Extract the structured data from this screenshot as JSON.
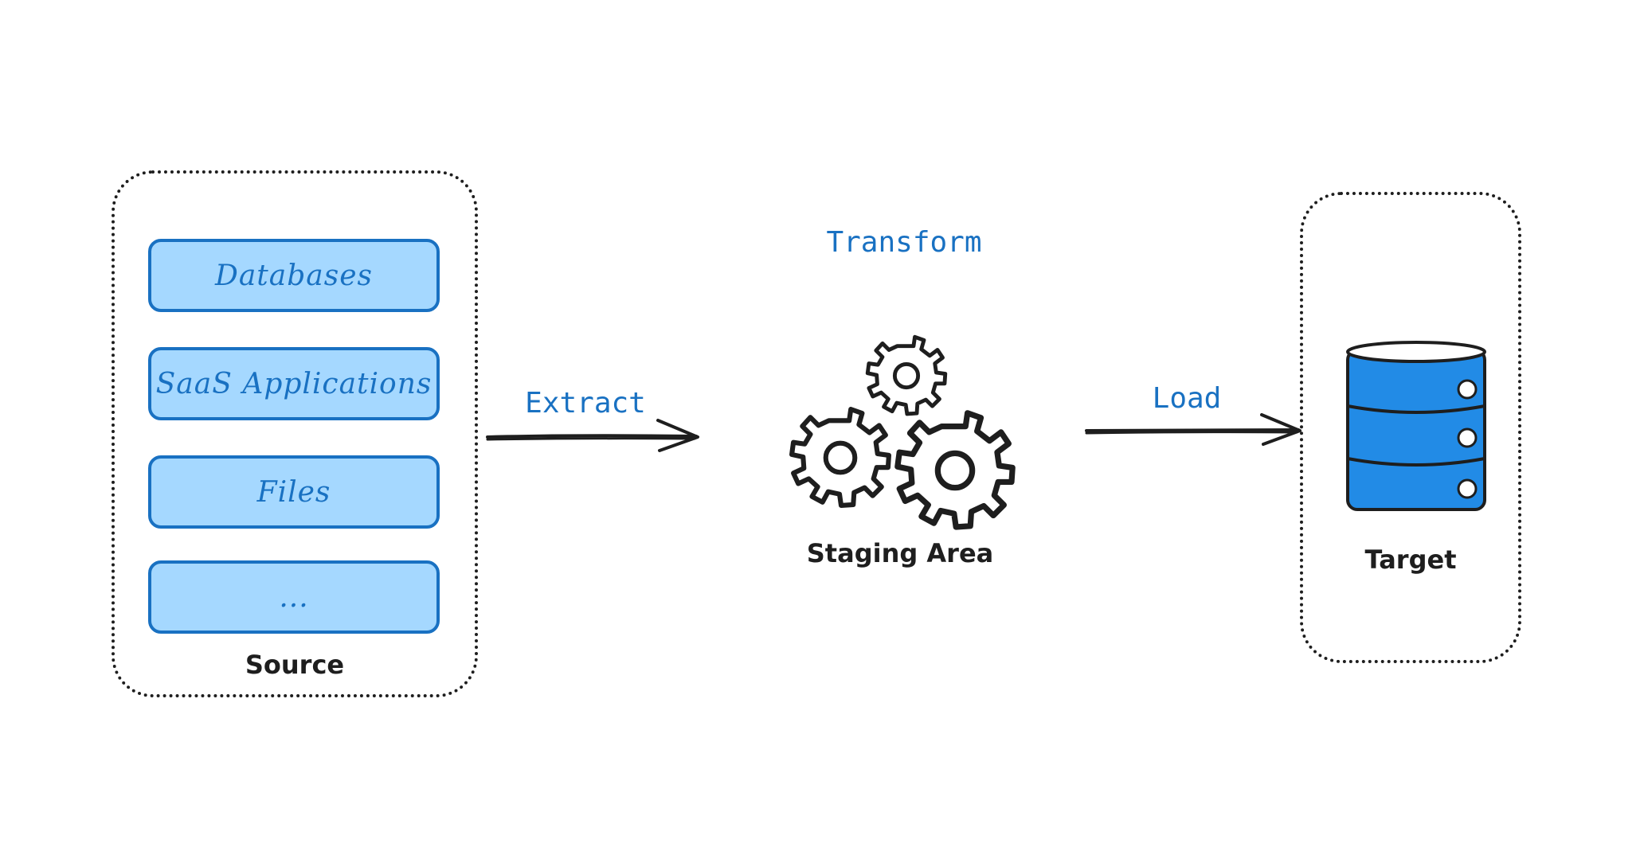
{
  "source": {
    "label": "Source",
    "items": [
      {
        "label": "Databases"
      },
      {
        "label": "SaaS Applications"
      },
      {
        "label": "Files"
      },
      {
        "label": "..."
      }
    ]
  },
  "steps": {
    "extract": "Extract",
    "transform": "Transform",
    "load": "Load"
  },
  "staging": {
    "label": "Staging Area",
    "icon": "gears-icon"
  },
  "target": {
    "label": "Target",
    "icon": "database-icon"
  },
  "colors": {
    "accent": "#1971c2",
    "box_fill": "#a5d8ff",
    "database_fill": "#228be6",
    "stroke": "#1e1e1e"
  }
}
